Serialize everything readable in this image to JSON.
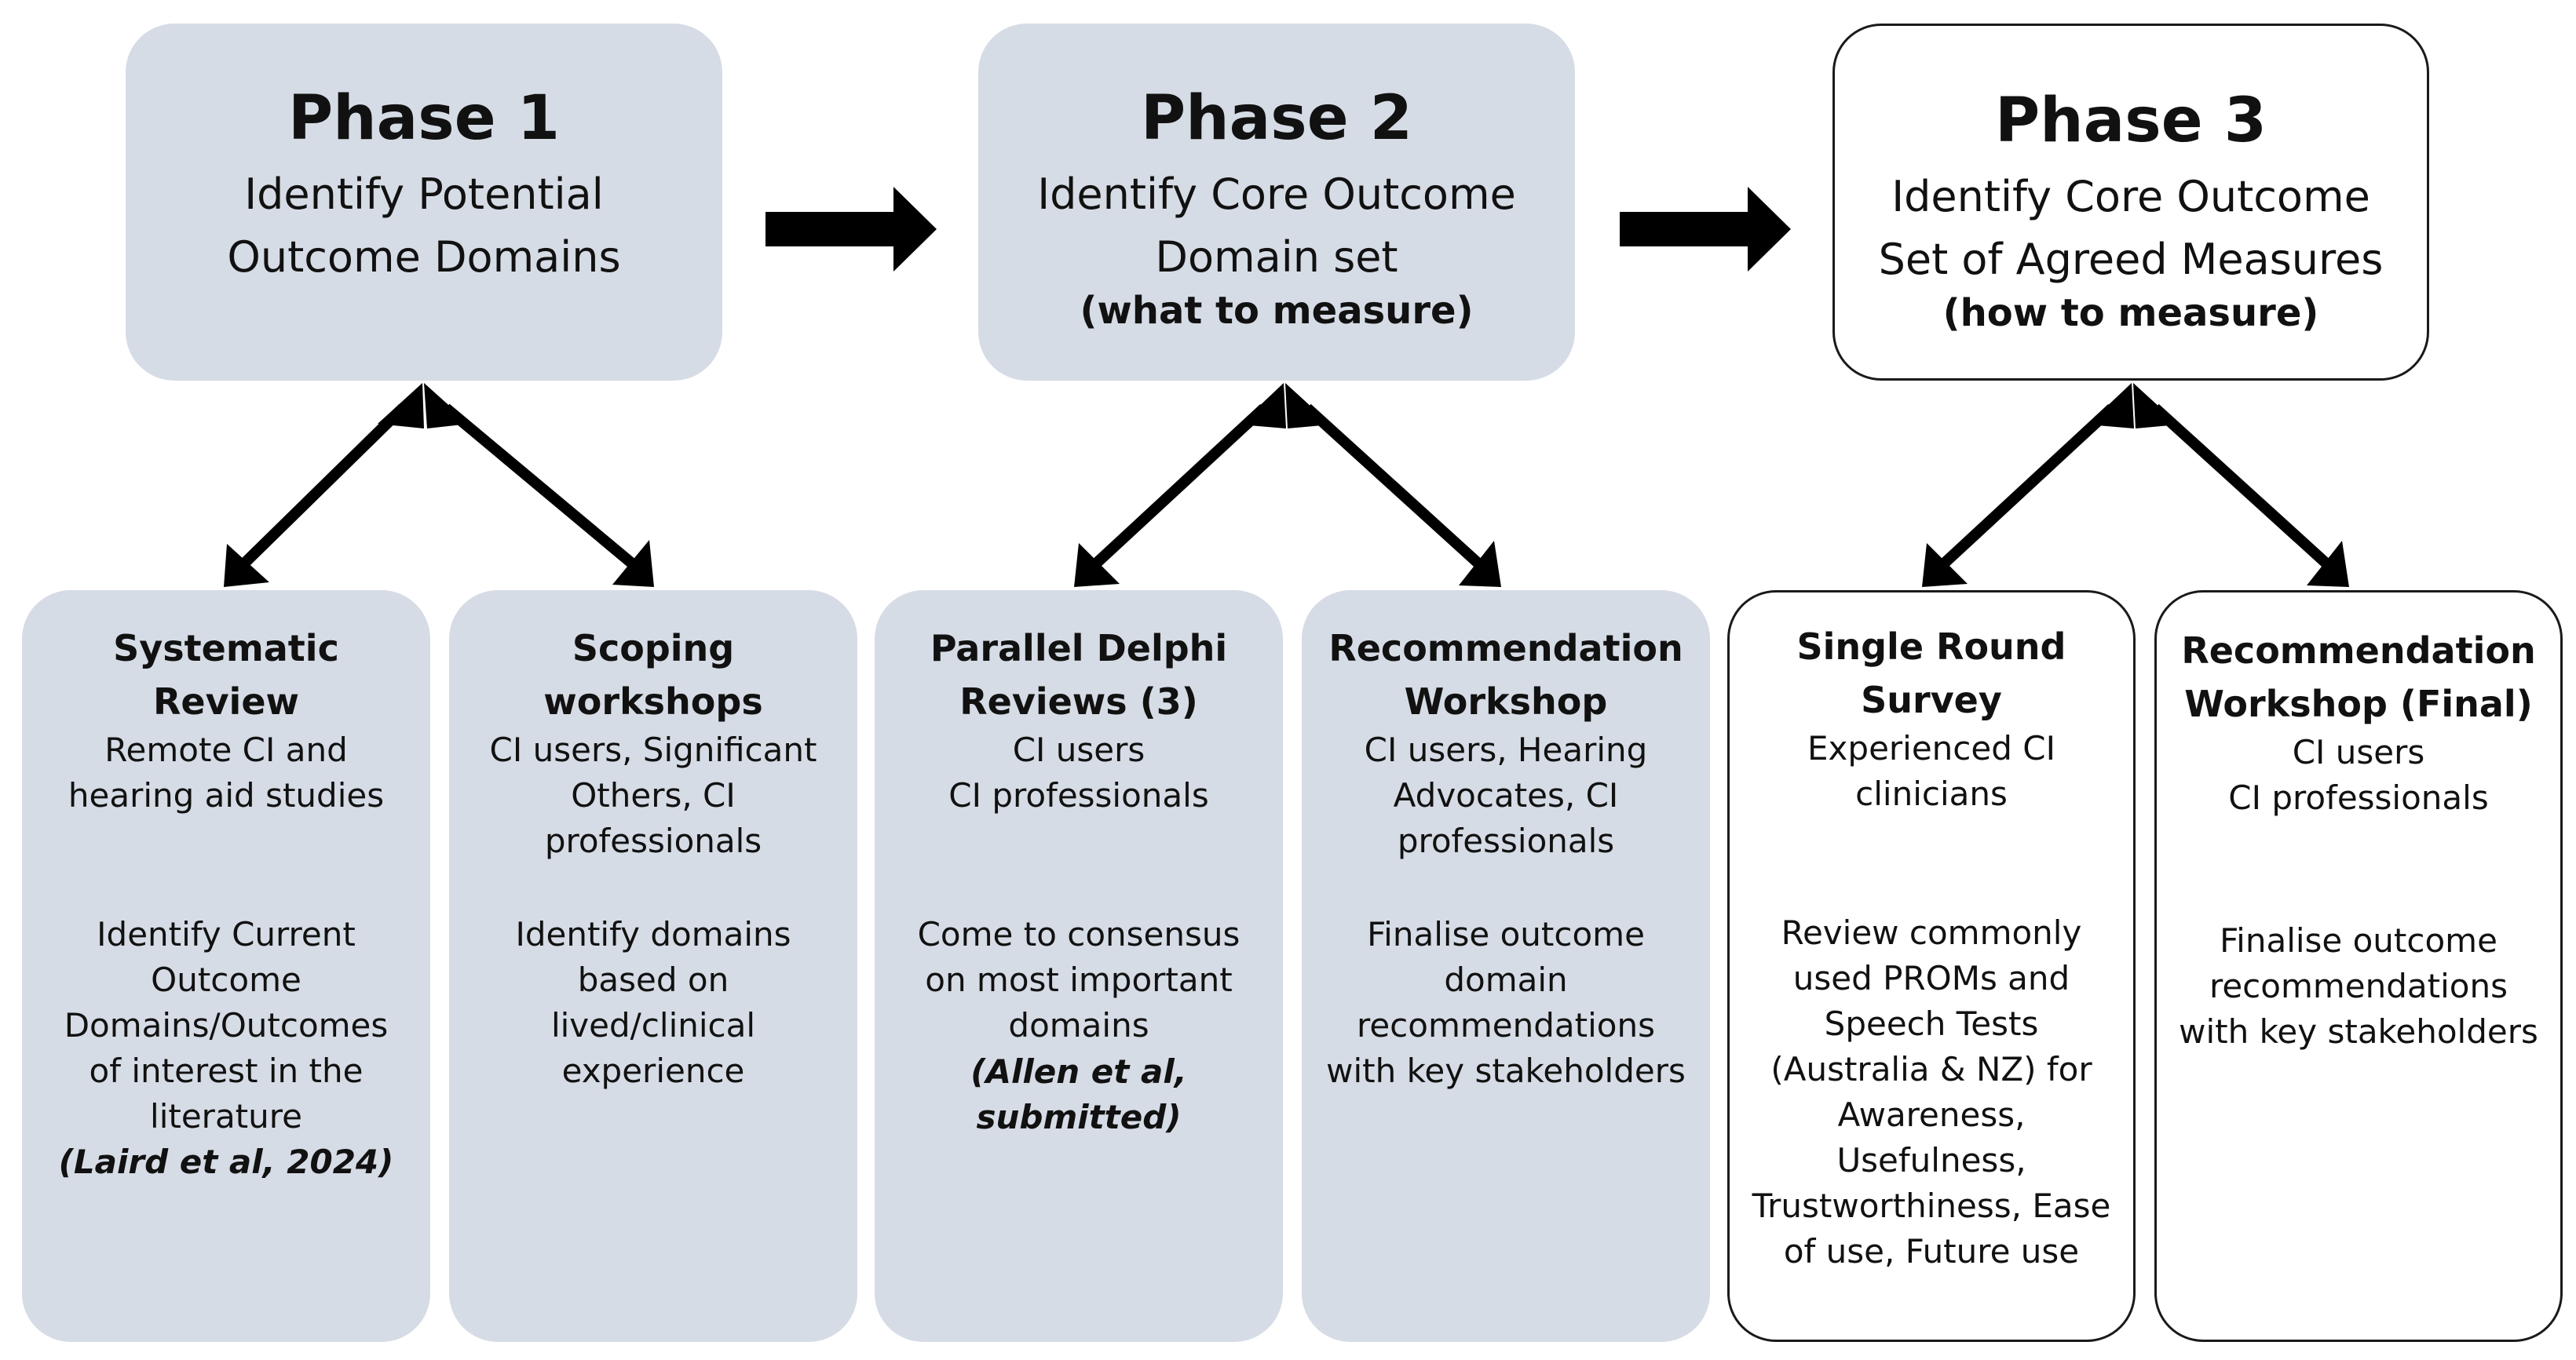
{
  "phases": [
    {
      "title": "Phase 1",
      "description_lines": [
        "Identify Potential",
        "Outcome Domains"
      ],
      "measure": ""
    },
    {
      "title": "Phase 2",
      "description_lines": [
        "Identify Core Outcome",
        "Domain set"
      ],
      "measure": "(what to measure)"
    },
    {
      "title": "Phase 3",
      "description_lines": [
        "Identify Core Outcome",
        "Set of Agreed Measures"
      ],
      "measure": "(how to measure)"
    }
  ],
  "activities": [
    {
      "title_lines": [
        "Systematic Review"
      ],
      "participants_lines": [
        "Remote CI and",
        "hearing aid studies"
      ],
      "purpose_lines": [
        "Identify Current",
        "Outcome",
        "Domains/Outcomes",
        "of interest in the",
        "literature"
      ],
      "citation_lines": [
        "(Laird et al, 2024)"
      ]
    },
    {
      "title_lines": [
        "Scoping",
        "workshops"
      ],
      "participants_lines": [
        "CI users, Significant",
        "Others, CI",
        "professionals"
      ],
      "purpose_lines": [
        "Identify domains",
        "based on",
        "lived/clinical",
        "experience"
      ],
      "citation_lines": []
    },
    {
      "title_lines": [
        "Parallel Delphi",
        "Reviews (3)"
      ],
      "participants_lines": [
        "CI users",
        "CI professionals"
      ],
      "purpose_lines": [
        "Come to consensus",
        "on most important",
        "domains"
      ],
      "citation_lines": [
        "(Allen et al,",
        "submitted)"
      ]
    },
    {
      "title_lines": [
        "Recommendation",
        "Workshop"
      ],
      "participants_lines": [
        "CI users, Hearing",
        "Advocates, CI",
        "professionals"
      ],
      "purpose_lines": [
        "Finalise outcome",
        "domain",
        "recommendations",
        "with key stakeholders"
      ],
      "citation_lines": []
    },
    {
      "title_lines": [
        "Single Round",
        "Survey"
      ],
      "participants_lines": [
        "Experienced CI",
        "clinicians"
      ],
      "purpose_lines": [
        "Review commonly",
        "used PROMs and",
        "Speech Tests",
        "(Australia & NZ)  for",
        "Awareness,",
        "Usefulness,",
        "Trustworthiness, Ease",
        "of use, Future use"
      ],
      "citation_lines": []
    },
    {
      "title_lines": [
        "Recommendation",
        "Workshop (Final)"
      ],
      "participants_lines": [
        "CI users",
        "CI professionals"
      ],
      "purpose_lines": [
        "Finalise outcome",
        "recommendations",
        "with key stakeholders"
      ],
      "citation_lines": []
    }
  ],
  "colors": {
    "box_fill": "#d6dce5",
    "box_outline": "#1a1a1a",
    "arrow": "#000000",
    "text": "#111111"
  }
}
